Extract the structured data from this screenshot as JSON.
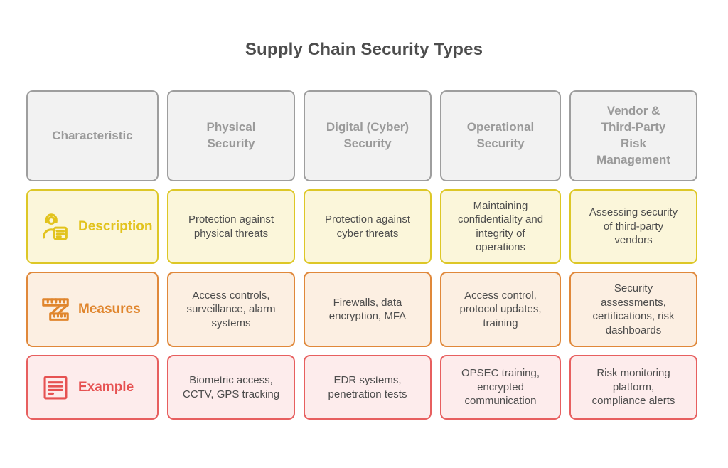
{
  "title": "Supply Chain Security Types",
  "colors": {
    "title_text": "#4d4d4d",
    "header_border": "#9e9e9e",
    "header_fill": "#f2f2f2",
    "header_text": "#9a9a9a",
    "cell_text": "#4d4d4d",
    "description_border": "#ddc726",
    "description_fill": "#fbf6da",
    "description_accent": "#e2c31d",
    "measures_border": "#e0883a",
    "measures_fill": "#fcefe2",
    "measures_accent": "#e0862e",
    "example_border": "#e75f5f",
    "example_fill": "#fdecec",
    "example_accent": "#e65252"
  },
  "table": {
    "header": [
      "Characteristic",
      "Physical Security",
      "Digital (Cyber) Security",
      "Operational Security",
      "Vendor & Third-Party Risk Management"
    ],
    "rows": [
      {
        "label": "Description",
        "icon": "person-note-icon",
        "cells": [
          "Protection against physical threats",
          "Protection against cyber threats",
          "Maintaining confidentiality and integrity of operations",
          "Assessing security of third-party vendors"
        ]
      },
      {
        "label": "Measures",
        "icon": "measuring-tape-icon",
        "cells": [
          "Access controls, surveillance, alarm systems",
          "Firewalls, data encryption, MFA",
          "Access control, protocol updates, training",
          "Security assessments, certifications, risk dashboards"
        ]
      },
      {
        "label": "Example",
        "icon": "document-lines-icon",
        "cells": [
          "Biometric access, CCTV, GPS tracking",
          "EDR systems, penetration tests",
          "OPSEC training, encrypted communication",
          "Risk monitoring platform, compliance alerts"
        ]
      }
    ]
  }
}
